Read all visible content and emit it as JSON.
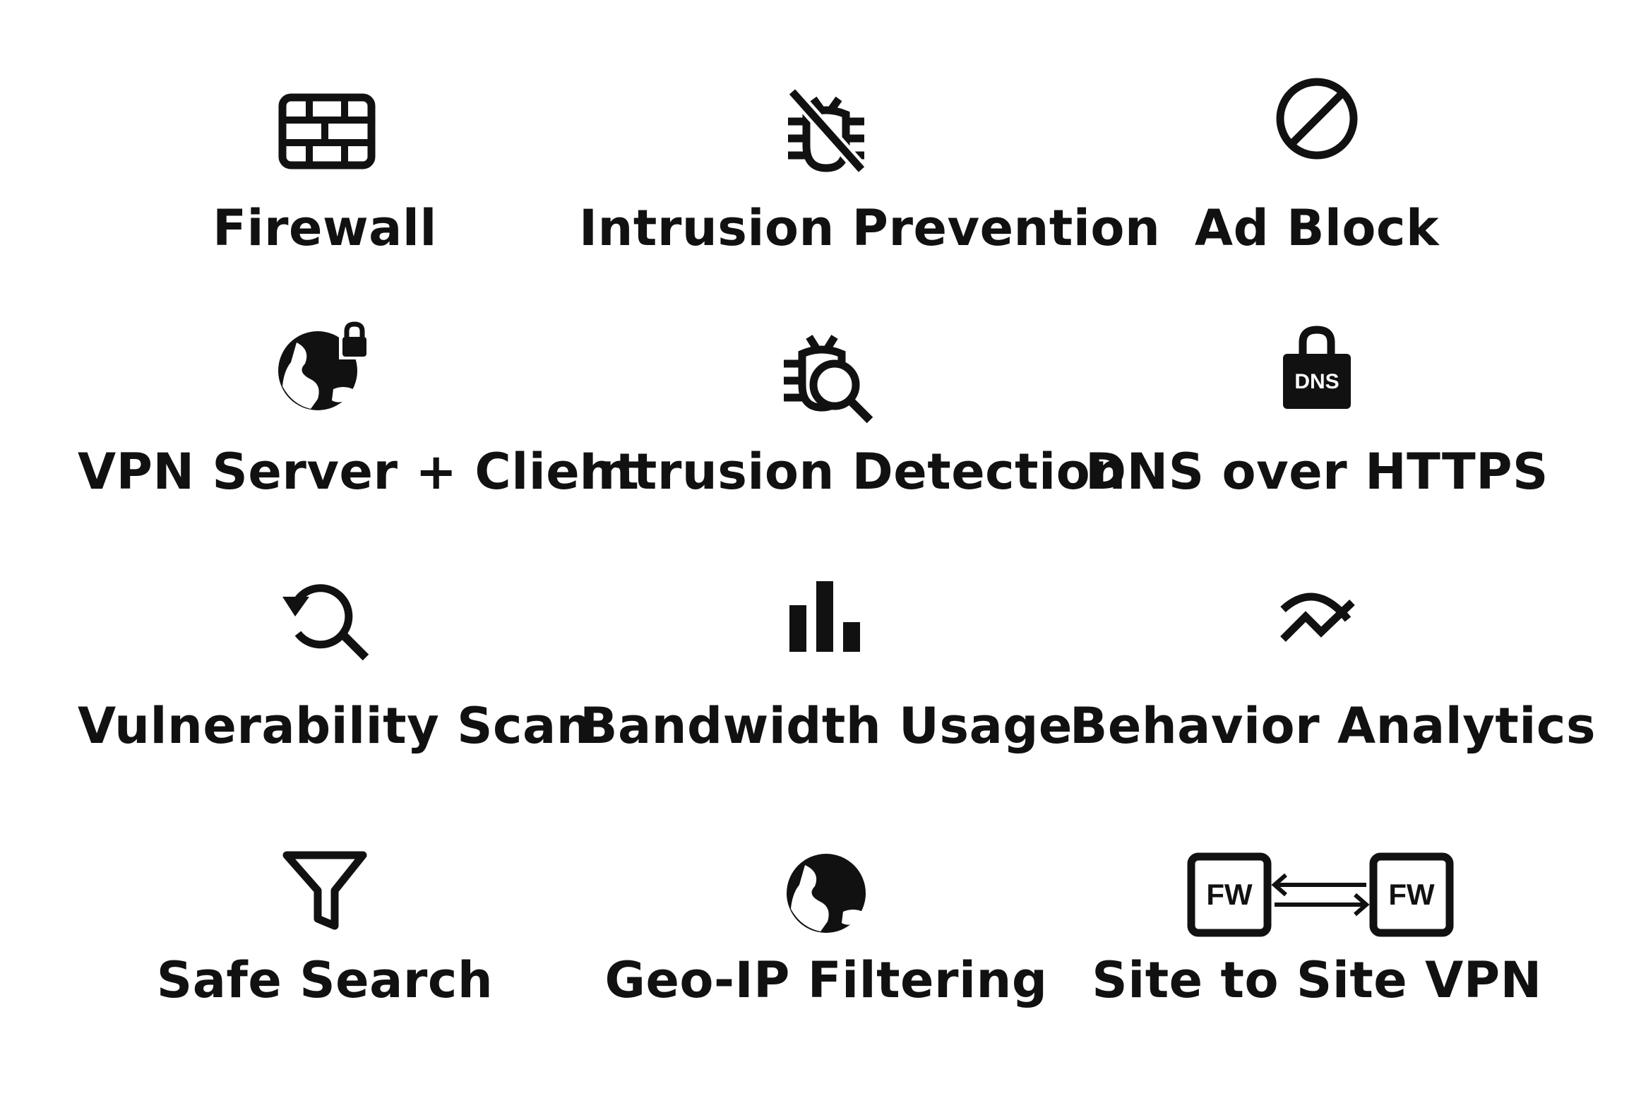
{
  "features": [
    {
      "label": "Firewall",
      "icon": "firewall-icon"
    },
    {
      "label": "Intrusion Prevention",
      "icon": "bug-blocked-icon"
    },
    {
      "label": "Ad Block",
      "icon": "prohibited-icon"
    },
    {
      "label": "VPN Server + Client",
      "icon": "globe-lock-icon"
    },
    {
      "label": "Intrusion Detection",
      "icon": "bug-search-icon"
    },
    {
      "label": "DNS over HTTPS",
      "icon": "dns-lock-icon"
    },
    {
      "label": "Vulnerability Scan",
      "icon": "search-refresh-icon"
    },
    {
      "label": "Bandwidth Usage",
      "icon": "bar-chart-icon"
    },
    {
      "label": "Behavior Analytics",
      "icon": "trend-icon"
    },
    {
      "label": "Safe Search",
      "icon": "filter-funnel-icon"
    },
    {
      "label": "Geo-IP Filtering",
      "icon": "globe-icon"
    },
    {
      "label": "Site to Site VPN",
      "icon": "site-to-site-icon"
    }
  ],
  "icon_text": {
    "dns": "DNS",
    "fw": "FW"
  },
  "colors": {
    "foreground": "#111111",
    "background": "#ffffff"
  }
}
